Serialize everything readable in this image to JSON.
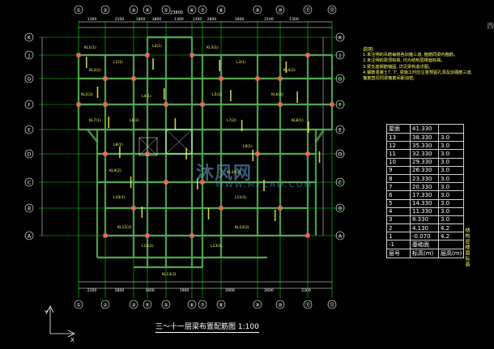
{
  "drawing": {
    "title": "三～十一层梁布置配筋图",
    "scale": "1:100",
    "corner_char": "西"
  },
  "watermark": {
    "brand": "沐风网",
    "site": "WWW.MFCAD.COM"
  },
  "grid_top": [
    "①",
    "②",
    "③",
    "④",
    "⑤",
    "⑥",
    "⑦",
    "⑧",
    "⑨",
    "⑩",
    "⑪",
    "⑫"
  ],
  "grid_left": [
    "K",
    "J",
    "G",
    "F",
    "E",
    "D",
    "C",
    "B",
    "A"
  ],
  "dims_top": [
    "1300",
    "2100",
    "1800",
    "3800",
    "1300",
    "1300",
    "2800",
    "1800",
    "2100",
    "1300"
  ],
  "dims_bottom": [
    "2300",
    "2800",
    "3400",
    "1900",
    "2900",
    "2600",
    "2300"
  ],
  "overall_top": "23800",
  "notes": {
    "header": "说明:",
    "lines": [
      "1.未注明的吊筋每侧各加箍三道, 箍筋同梁内箍筋。",
      "2.未注明的梁顶标高, 均为结构层楼面标高。",
      "3.梁支座钢筋锚固, 详见梁构造详图。",
      "4.钢筋混凝土7, 7', 梁施工时应注意预留孔洞及加强筋三道,",
      "   箍筋直径同梁箍筋间距加密。"
    ]
  },
  "floor_table": {
    "rows": [
      [
        "屋面",
        "41.330",
        ""
      ],
      [
        "13",
        "38.330",
        "3.0"
      ],
      [
        "12",
        "35.330",
        "3.0"
      ],
      [
        "11",
        "32.330",
        "3.0"
      ],
      [
        "10",
        "29.330",
        "3.0"
      ],
      [
        "9",
        "26.330",
        "3.0"
      ],
      [
        "8",
        "23.330",
        "3.0"
      ],
      [
        "7",
        "20.330",
        "3.0"
      ],
      [
        "6",
        "17.330",
        "3.0"
      ],
      [
        "5",
        "14.330",
        "3.0"
      ],
      [
        "4",
        "11.330",
        "3.0"
      ],
      [
        "3",
        "8.330",
        "3.0"
      ],
      [
        "2",
        "4.130",
        "4.2"
      ],
      [
        "1",
        "-0.070",
        "4.2"
      ],
      [
        "-1",
        "基础面",
        ""
      ]
    ],
    "footer": [
      "层号",
      "标高(m)",
      "层高(m)"
    ],
    "side_label": "结构层楼面标高"
  },
  "colors": {
    "background": "#000000",
    "grid_line": "#00e000",
    "axis_bubble": "#ffffff",
    "beam_text": "#ffff66",
    "column": "#ff6060",
    "dim": "#00c8c8"
  }
}
